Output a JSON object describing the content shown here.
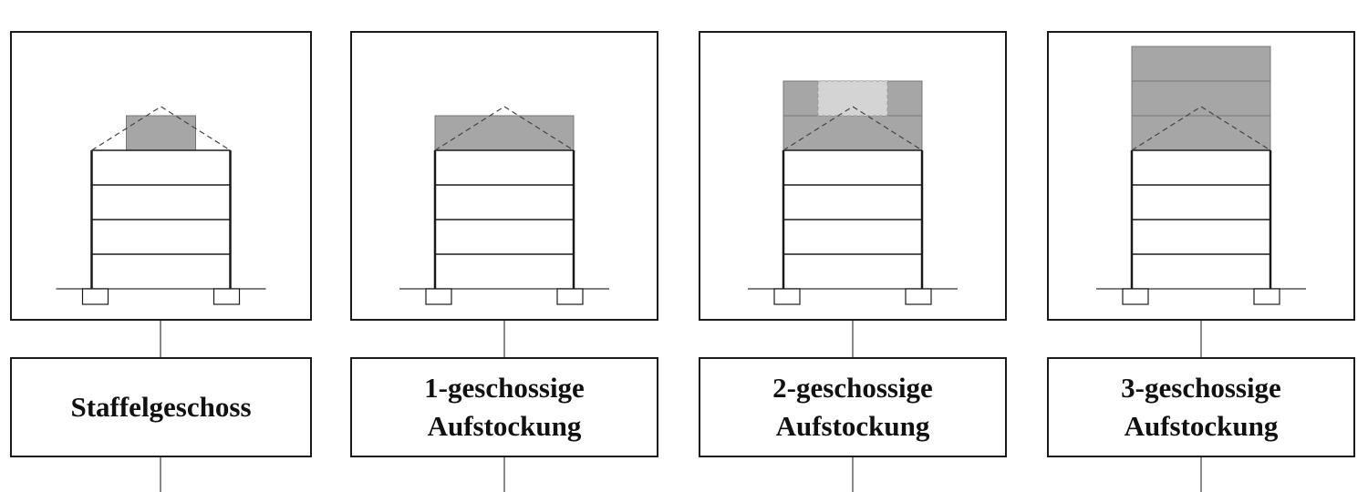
{
  "colors": {
    "stroke": "#1a1a1a",
    "addition_fill": "#a6a6a6",
    "light_fill": "#d4d4d4",
    "ground": "#555555",
    "connector": "#8a8a8a"
  },
  "variants": [
    {
      "id": "staffel",
      "label_lines": [
        "Staffelgeschoss"
      ],
      "added_floors": 0,
      "setback_storey": true
    },
    {
      "id": "one",
      "label_lines": [
        "1-geschossige",
        "Aufstockung"
      ],
      "added_floors": 1,
      "setback_storey": false
    },
    {
      "id": "two",
      "label_lines": [
        "2-geschossige",
        "Aufstockung"
      ],
      "added_floors": 2,
      "setback_storey": false
    },
    {
      "id": "three",
      "label_lines": [
        "3-geschossige",
        "Aufstockung"
      ],
      "added_floors": 3,
      "setback_storey": false
    }
  ]
}
